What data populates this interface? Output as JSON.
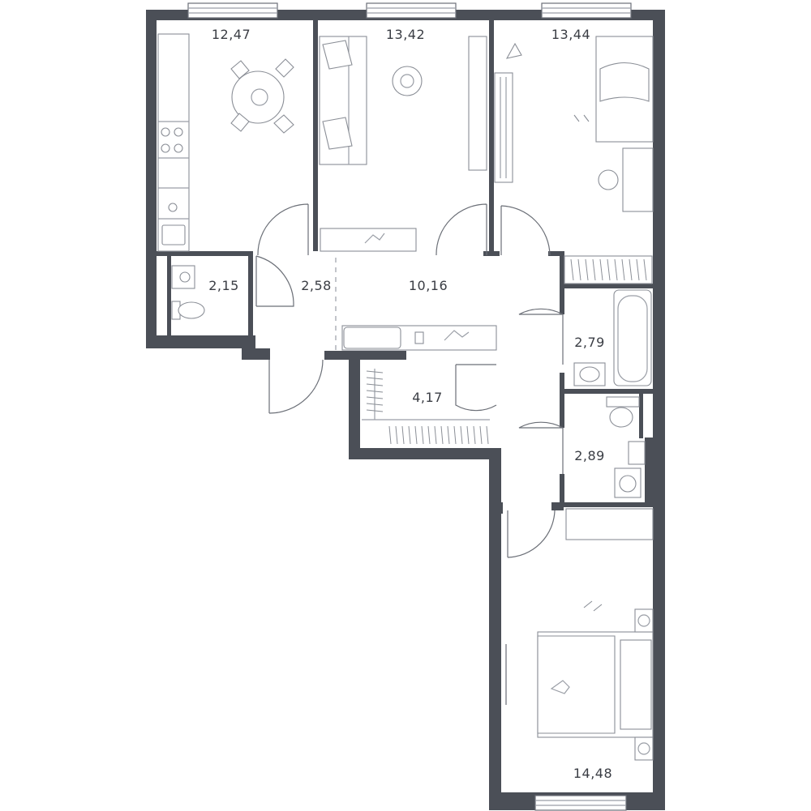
{
  "floorplan": {
    "rooms": [
      {
        "id": "kitchen",
        "area": "12,47"
      },
      {
        "id": "living",
        "area": "13,42"
      },
      {
        "id": "bedroom-1",
        "area": "13,44"
      },
      {
        "id": "wc",
        "area": "2,15"
      },
      {
        "id": "entry",
        "area": "2,58"
      },
      {
        "id": "hall",
        "area": "10,16"
      },
      {
        "id": "bathroom",
        "area": "2,79"
      },
      {
        "id": "closet",
        "area": "4,17"
      },
      {
        "id": "toilet-laundry",
        "area": "2,89"
      },
      {
        "id": "bedroom-2",
        "area": "14,48"
      }
    ],
    "colors": {
      "wall": "#4b4f57",
      "line": "#9a9ea6",
      "text": "#3a3d44"
    }
  }
}
